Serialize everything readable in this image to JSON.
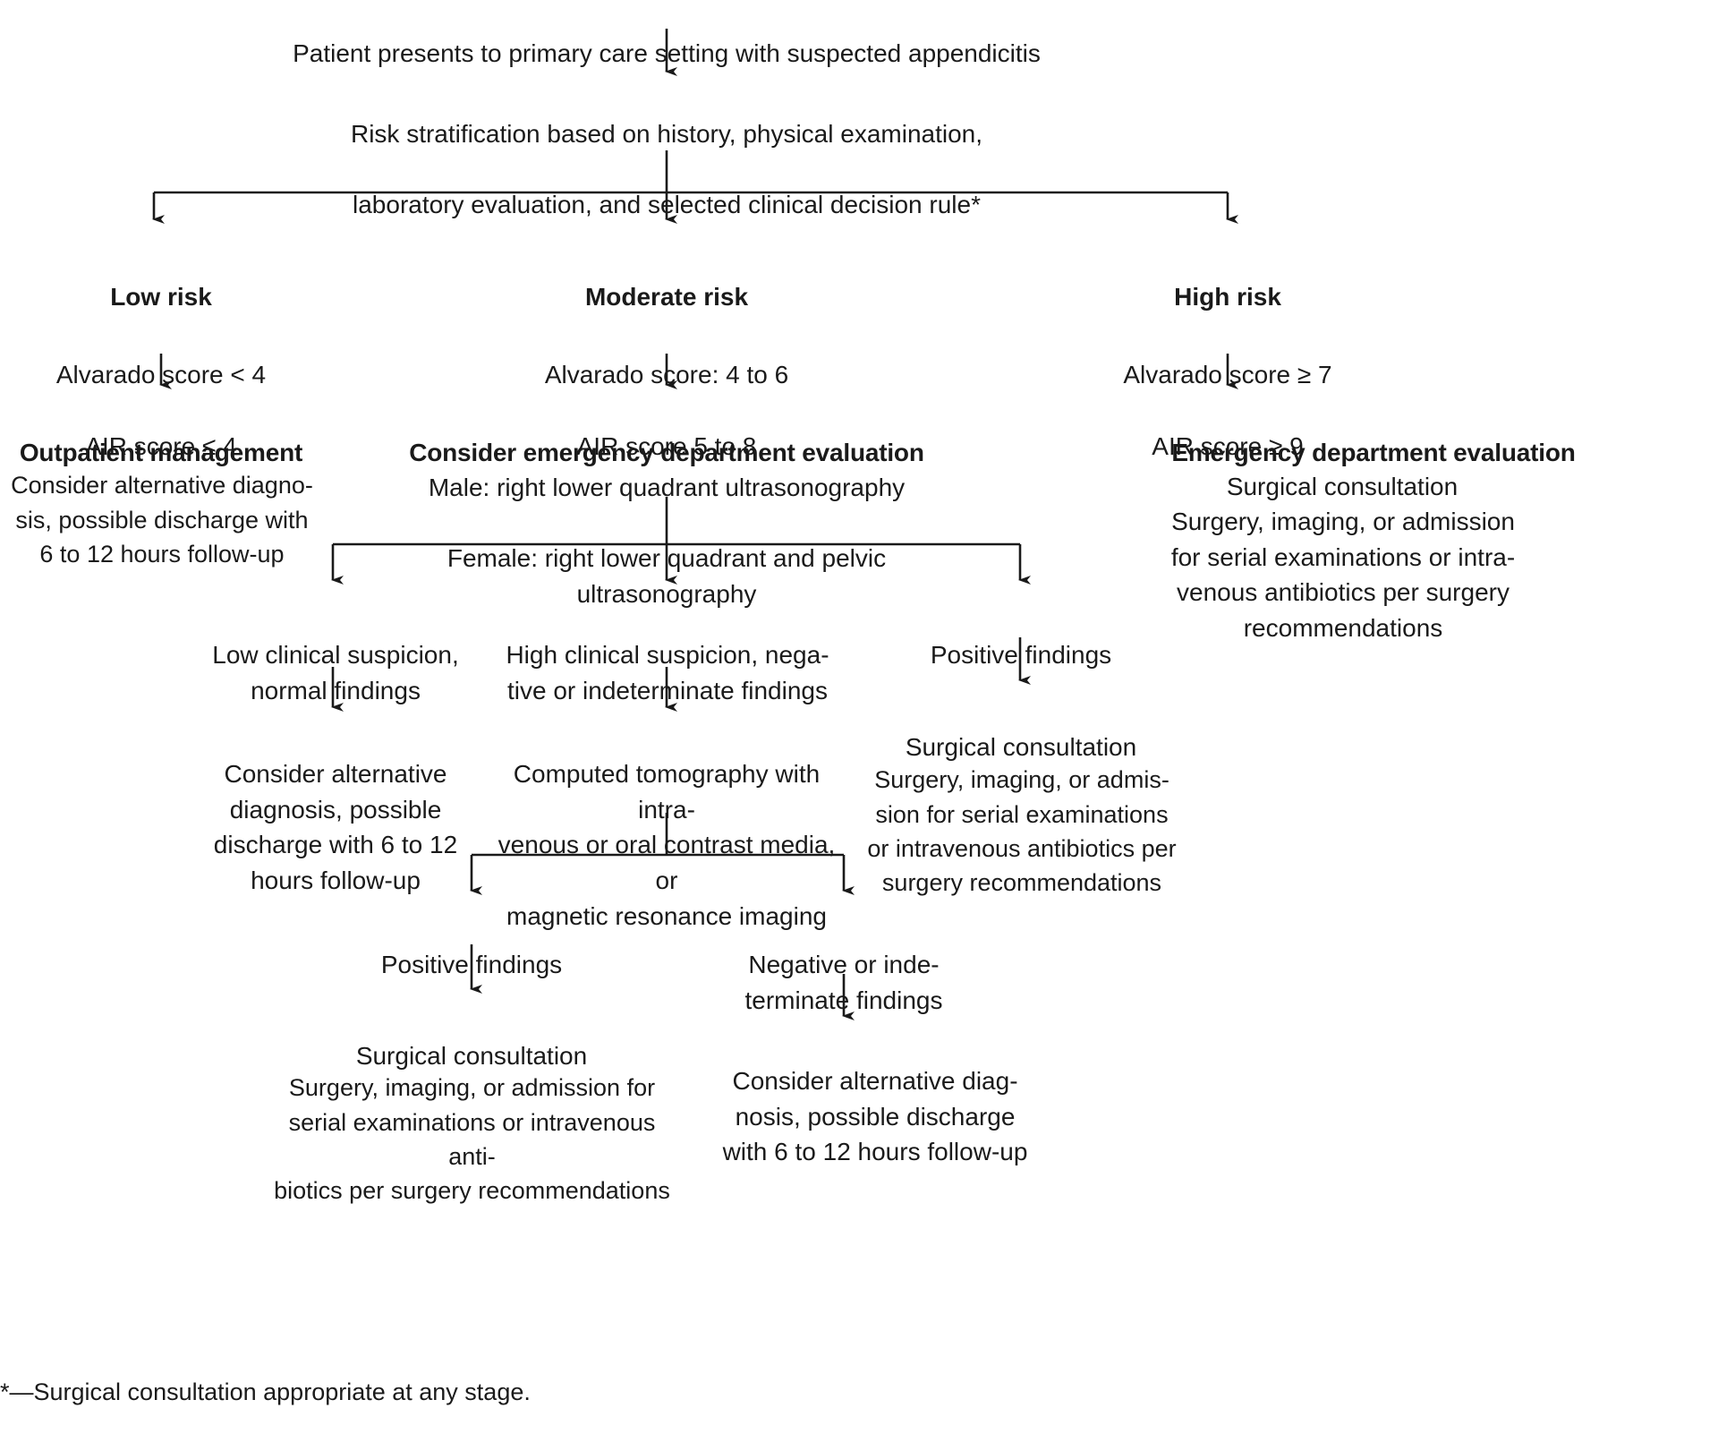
{
  "diagram": {
    "type": "clinical-decision-flowchart",
    "title_node": "Patient presents to primary care setting with suspected appendicitis",
    "root": {
      "id": "start",
      "text": "Patient presents to primary care setting with suspected appendicitis"
    },
    "stratification": {
      "id": "risk-stratification",
      "line1": "Risk stratification based on history, physical examination,",
      "line2": "laboratory evaluation, and selected clinical decision rule*"
    },
    "branches": {
      "low": {
        "heading": "Low risk",
        "criteria_1": "Alvarado score < 4",
        "criteria_2": "AIR score ≤ 4",
        "action_heading": "Outpatient management",
        "action_body": "Consider alternative diagno-\nsis, possible discharge with\n6 to 12 hours follow-up"
      },
      "moderate": {
        "heading": "Moderate risk",
        "criteria_1": "Alvarado score: 4 to 6",
        "criteria_2": "AIR score 5 to 8",
        "action_heading": "Consider emergency department evaluation",
        "action_line_1": "Male: right lower quadrant ultrasonography",
        "action_line_2": "Female: right lower quadrant and pelvic ultrasonography"
      },
      "high": {
        "heading": "High risk",
        "criteria_1": "Alvarado score ≥ 7",
        "criteria_2": "AIR score ≥ 9",
        "action_heading": "Emergency department evaluation",
        "action_line_1": "Surgical consultation",
        "action_body": "Surgery, imaging, or admission\nfor serial examinations or intra-\nvenous antibiotics per surgery\nrecommendations"
      }
    },
    "moderate_outcomes": {
      "low_suspicion": {
        "label": "Low clinical suspicion,\nnormal findings",
        "result": "Consider alternative\ndiagnosis, possible\ndischarge with 6 to 12\nhours follow-up"
      },
      "high_suspicion": {
        "label": "High clinical suspicion, nega-\ntive or indeterminate findings",
        "result": "Computed tomography with intra-\nvenous or oral contrast media, or\nmagnetic resonance imaging"
      },
      "positive_findings": {
        "label": "Positive findings",
        "result_heading": "Surgical consultation",
        "result_body": "Surgery, imaging, or admis-\nsion for serial examinations\nor intravenous antibiotics per\nsurgery recommendations"
      }
    },
    "imaging_outcomes": {
      "positive": {
        "label": "Positive findings",
        "result_heading": "Surgical consultation",
        "result_body": "Surgery, imaging, or admission for\nserial examinations or intravenous anti-\nbiotics per surgery recommendations"
      },
      "negative": {
        "label": "Negative or inde-\nterminate findings",
        "result": "Consider alternative diag-\nnosis, possible discharge\nwith 6 to 12 hours follow-up"
      }
    },
    "footnote": "*—Surgical consultation appropriate at any stage.",
    "colors": {
      "ink": "#1a1a1a",
      "background": "#ffffff"
    }
  }
}
